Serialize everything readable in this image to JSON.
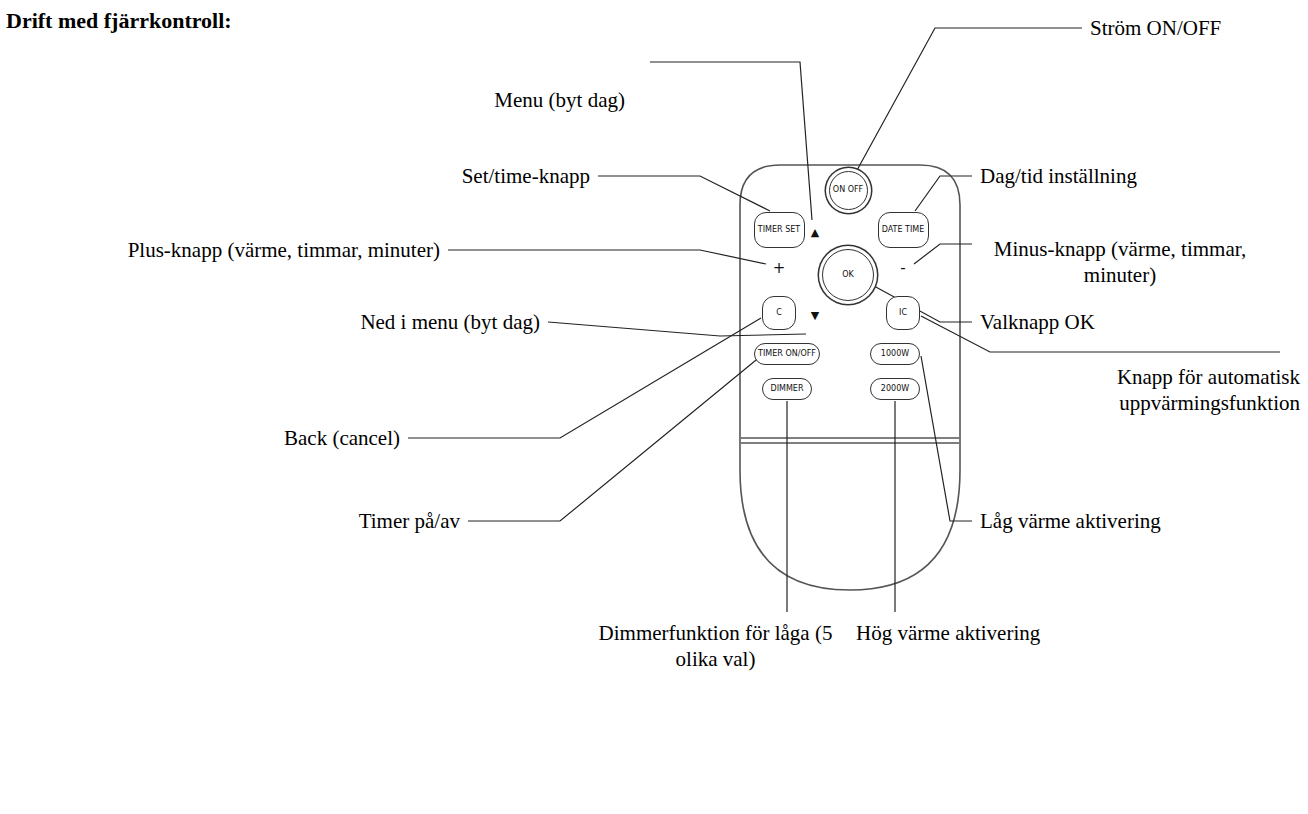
{
  "diagram": {
    "title": "Drift med fjärrkontroll:",
    "nodes": [
      {
        "text": [
          "ON OFF"
        ]
      },
      {
        "text": [
          "TIMER SET"
        ]
      },
      {
        "text": [
          "DATE TIME"
        ]
      },
      {
        "text": [
          "OK"
        ]
      },
      {
        "text": [
          "C"
        ]
      },
      {
        "text": [
          "IC"
        ]
      },
      {
        "text": [
          "TIMER ON/OFF"
        ]
      },
      {
        "text": [
          "1000W"
        ]
      },
      {
        "text": [
          "DIMMER"
        ]
      },
      {
        "text": [
          "2000W"
        ]
      }
    ],
    "labels": [
      "Ström ON/OFF",
      "Menu (byt dag)",
      "Set/time-knapp",
      "Dag/tid inställning",
      "Plus-knapp (värme, timmar, minuter)",
      "Minus-knapp (värme, timmar, minuter)",
      "Ned i menu (byt dag)",
      "Valknapp OK",
      "Knapp för automatisk uppvärmingsfunktion",
      "Back (cancel)",
      "Timer på/av",
      "Låg värme aktivering",
      "Dimmerfunktion för låga (5 olika val)",
      "Hög värme aktivering",
      "▲",
      "▼",
      "+",
      "-"
    ]
  }
}
